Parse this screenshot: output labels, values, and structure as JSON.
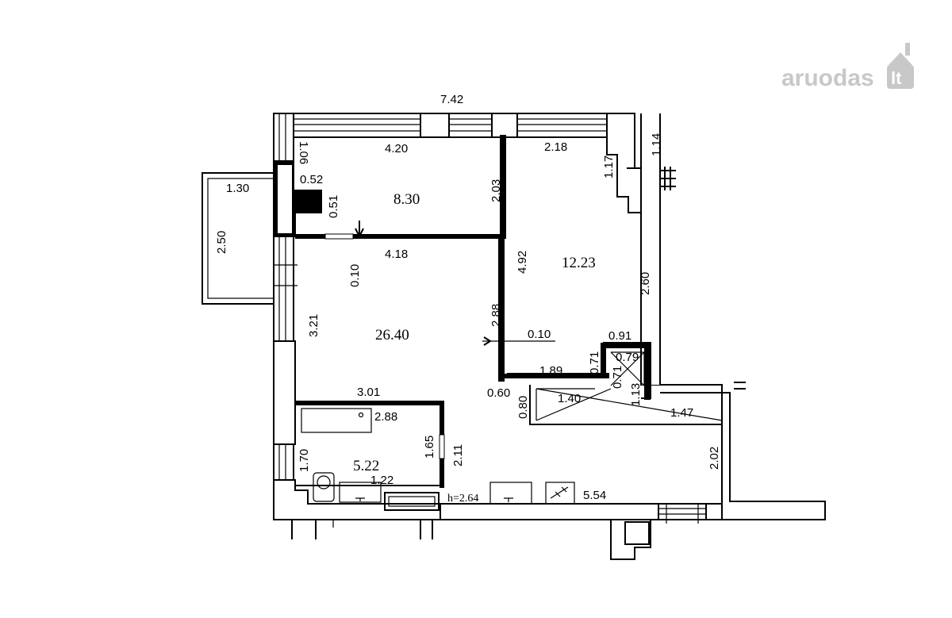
{
  "watermark": {
    "brand": "aruodas",
    "tld": "lt"
  },
  "dimensions": {
    "total_width": "7.42",
    "kitchen_room_width": "4.20",
    "kitchen_room_depth": "1.06",
    "kitchen_pillar_w": "0.52",
    "kitchen_pillar_d": "0.51",
    "kitchen_height": "2.03",
    "kitchen_bottom": "4.18",
    "door_gap": "0.10",
    "bedroom_top": "2.18",
    "bedroom_notch": "1.17",
    "right_outer": "1.14",
    "bedroom_depth": "4.92",
    "bedroom_right": "2.60",
    "partition_upper": "2.88",
    "partition_gap": "0.10",
    "closet_width": "0.91",
    "closet_top": "0.79",
    "closet_side_a": "0.71",
    "closet_side_b": "0.71",
    "closet_diag": "1.13",
    "bedroom_bottom": "1.89",
    "hall_step_a": "0.60",
    "hall_step_b": "0.80",
    "hall_diag_a": "1.40",
    "hall_diag_b": "1.47",
    "hall_right": "2.02",
    "balcony_width": "1.30",
    "balcony_depth": "2.50",
    "living_left": "3.21",
    "bath_top": "3.01",
    "bath_tub": "2.88",
    "bath_left": "1.70",
    "bath_door": "1.65",
    "bath_right": "2.11",
    "bath_bottom": "1.22",
    "hall_bottom": "5.54"
  },
  "areas": {
    "kitchen": "8.30",
    "bedroom": "12.23",
    "living": "26.40",
    "bathroom": "5.22"
  },
  "ceiling_height": "h=2.64"
}
